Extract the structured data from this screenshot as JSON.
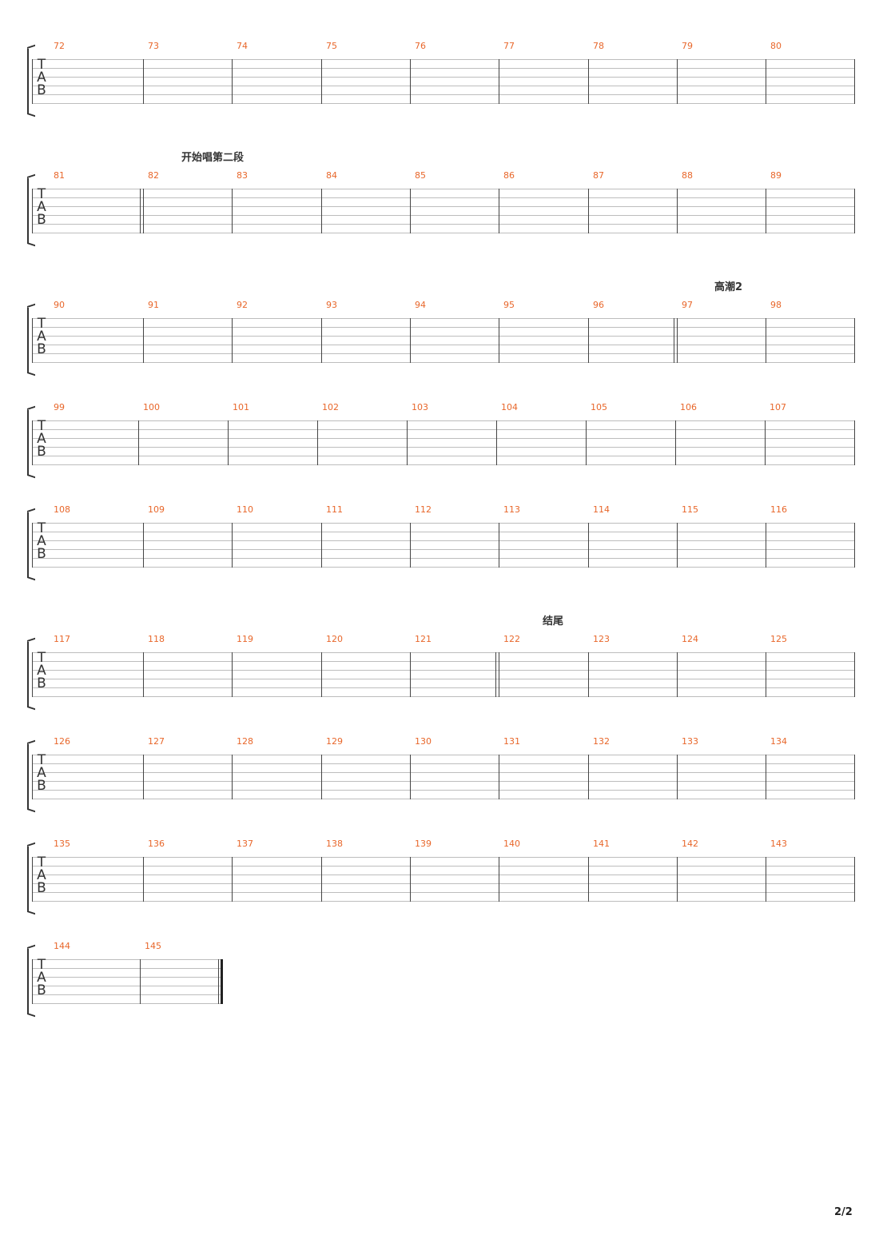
{
  "clef": [
    "T",
    "A",
    "B"
  ],
  "page_number": "2/2",
  "systems": [
    {
      "measures": [
        "72",
        "73",
        "74",
        "75",
        "76",
        "77",
        "78",
        "79",
        "80"
      ],
      "label": ""
    },
    {
      "measures": [
        "81",
        "82",
        "83",
        "84",
        "85",
        "86",
        "87",
        "88",
        "89"
      ],
      "label": "开始唱第二段"
    },
    {
      "measures": [
        "90",
        "91",
        "92",
        "93",
        "94",
        "95",
        "96",
        "97",
        "98"
      ],
      "label": "高潮2"
    },
    {
      "measures": [
        "99",
        "100",
        "101",
        "102",
        "103",
        "104",
        "105",
        "106",
        "107"
      ],
      "label": ""
    },
    {
      "measures": [
        "108",
        "109",
        "110",
        "111",
        "112",
        "113",
        "114",
        "115",
        "116"
      ],
      "label": ""
    },
    {
      "measures": [
        "117",
        "118",
        "119",
        "120",
        "121",
        "122",
        "123",
        "124",
        "125"
      ],
      "label": "结尾"
    },
    {
      "measures": [
        "126",
        "127",
        "128",
        "129",
        "130",
        "131",
        "132",
        "133",
        "134"
      ],
      "label": ""
    },
    {
      "measures": [
        "135",
        "136",
        "137",
        "138",
        "139",
        "140",
        "141",
        "142",
        "143"
      ],
      "label": ""
    },
    {
      "measures": [
        "144",
        "145"
      ],
      "label": ""
    }
  ]
}
